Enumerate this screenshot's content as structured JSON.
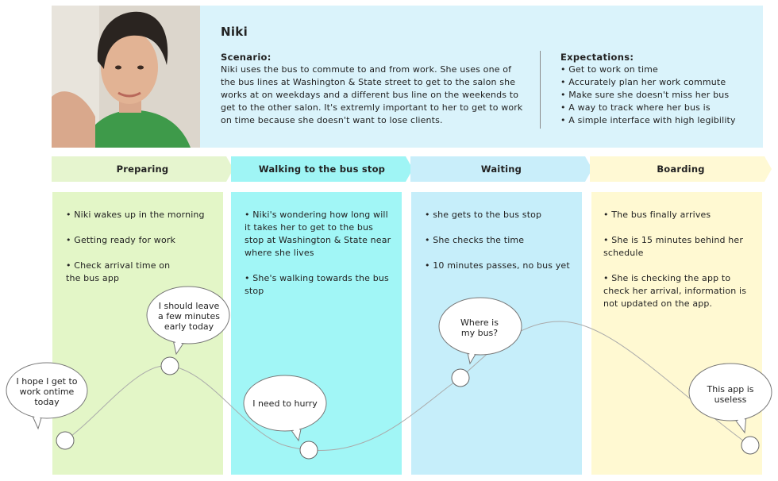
{
  "persona": {
    "name": "Niki",
    "scenario_title": "Scenario:",
    "scenario_text": "Niki uses the bus to commute to and from work. She uses one of the bus lines at Washington & State street to get to the salon she works at on weekdays and a different bus line on the weekends to get to the other salon. It's extremly important to her to get to work on time because she doesn't want to lose clients.",
    "expectations_title": "Expectations:",
    "expectations": [
      "• Get to work on time",
      "• Accurately plan her work commute",
      "• Make sure she doesn't miss her bus",
      "• A way to track where her bus is",
      "• A simple interface with high legibility"
    ]
  },
  "stages": [
    {
      "label": "Preparing",
      "arrow_color": "#e6f5cf",
      "column_color": "#e3f6c7",
      "bullets": [
        "• Niki wakes up in the morning",
        "• Getting ready for work",
        "• Check arrival time on the bus app"
      ]
    },
    {
      "label": "Walking to the bus stop",
      "arrow_color": "#9ff5f5",
      "column_color": "#a1f6f6",
      "bullets": [
        "• Niki's wondering how long will it takes her to get to the bus stop at Washington & State near where she lives",
        "• She's walking towards the bus stop"
      ]
    },
    {
      "label": "Waiting",
      "arrow_color": "#c9eefa",
      "column_color": "#c6eefa",
      "bullets": [
        "• she gets to the bus stop",
        "• She checks the time",
        "• 10 minutes passes, no bus yet"
      ]
    },
    {
      "label": "Boarding",
      "arrow_color": "#fff9d4",
      "column_color": "#fff9d2",
      "bullets": [
        "• The bus finally arrives",
        "• She is 15 minutes behind her schedule",
        "• She is checking the app to check her arrival, information is not updated on the app."
      ]
    }
  ],
  "emotions": [
    {
      "lines": [
        "I hope I get to",
        "work ontime",
        "today"
      ]
    },
    {
      "lines": [
        "I should leave",
        "a few minutes",
        "early today"
      ]
    },
    {
      "lines": [
        "I need to hurry"
      ]
    },
    {
      "lines": [
        "Where is",
        "my bus?"
      ]
    },
    {
      "lines": [
        "This app is",
        "useless"
      ]
    }
  ]
}
